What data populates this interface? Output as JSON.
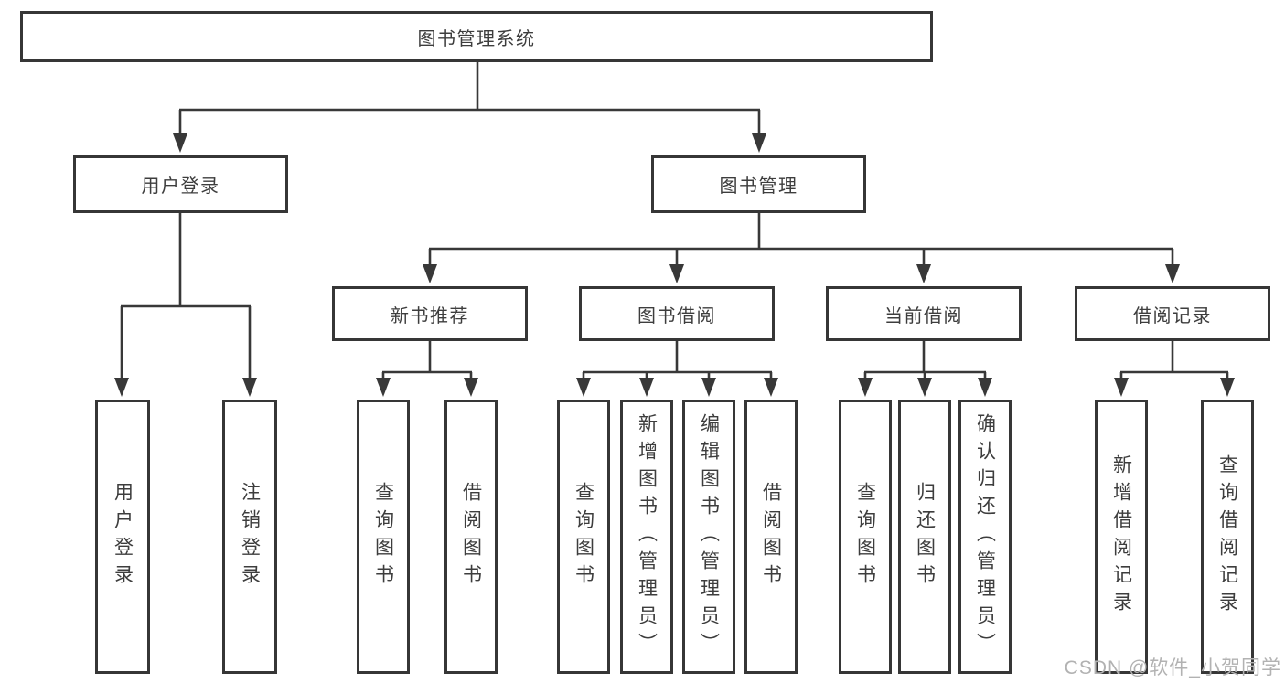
{
  "diagram": {
    "l1": "图书管理系统",
    "l2": [
      "用户登录",
      "图书管理"
    ],
    "l3": [
      "新书推荐",
      "图书借阅",
      "当前借阅",
      "借阅记录"
    ],
    "l4": [
      [
        "用户登录",
        "注销登录"
      ],
      [
        "查询图书",
        "借阅图书"
      ],
      [
        "查询图书",
        "新增图书（管理员）",
        "编辑图书（管理员）",
        "借阅图书"
      ],
      [
        "查询图书",
        "归还图书",
        "确认归还（管理员）"
      ],
      [
        "新增借阅记录",
        "查询借阅记录"
      ]
    ]
  },
  "watermark": "CSDN @软件_小贺同学",
  "colors": {
    "line": "#383838",
    "box_border": "#363636",
    "text": "#3d3d3d",
    "watermark": "#b2b2b2",
    "background": "#ffffff"
  }
}
